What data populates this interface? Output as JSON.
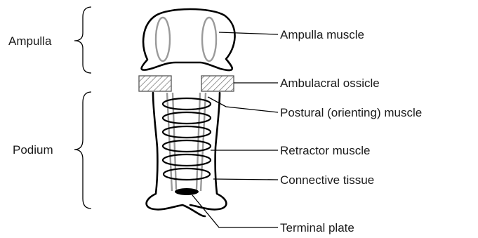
{
  "labels": {
    "ampulla": "Ampulla",
    "podium": "Podium",
    "ampulla_muscle": "Ampulla muscle",
    "ambulacral_ossicle": "Ambulacral ossicle",
    "postural_muscle": "Postural (orienting) muscle",
    "retractor_muscle": "Retractor muscle",
    "connective_tissue": "Connective tissue",
    "terminal_plate": "Terminal plate"
  }
}
